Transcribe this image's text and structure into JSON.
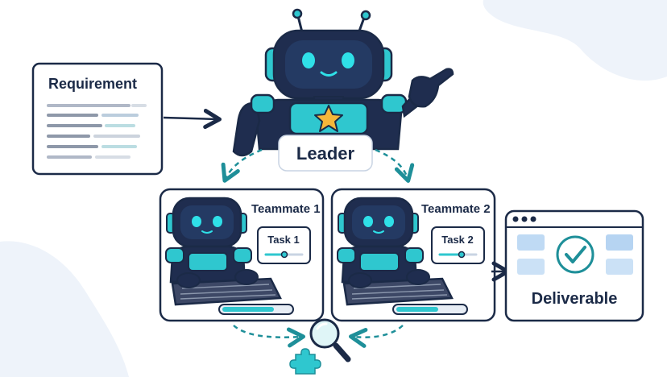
{
  "requirement": {
    "title": "Requirement"
  },
  "leader": {
    "label": "Leader"
  },
  "teammates": [
    {
      "name": "Teammate 1",
      "task": "Task 1"
    },
    {
      "name": "Teammate 2",
      "task": "Task 2"
    }
  ],
  "deliverable": {
    "label": "Deliverable"
  },
  "icons": {
    "leader_badge": "star-icon",
    "deliverable_badge": "checkmark-icon",
    "review": "magnifier-icon",
    "puzzle": "puzzle-piece-icon"
  },
  "colors": {
    "outline": "#1b2a47",
    "robot_body": "#1f2d4f",
    "accent": "#2fc7cf",
    "accent_light": "#a8e6ea",
    "star": "#f5b63a",
    "tile": "#a9cdf0",
    "background_blob": "#eef3fa"
  }
}
